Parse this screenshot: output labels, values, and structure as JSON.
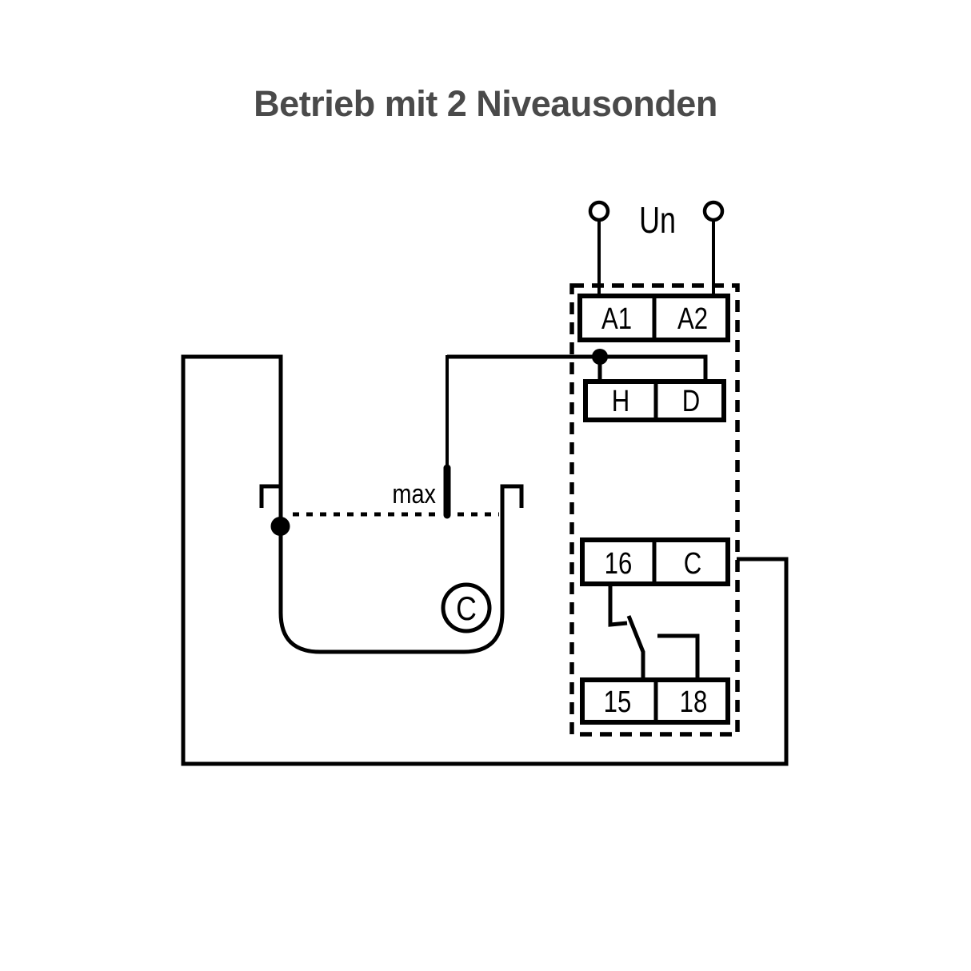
{
  "title": "Betrieb mit 2 Niveausonden",
  "colors": {
    "title_text": "#4a4a4a",
    "diagram_line": "#000000",
    "background": "#ffffff"
  },
  "diagram": {
    "supply_voltage_label": "Un",
    "max_level_label": "max",
    "tank_common_electrode_label": "C",
    "terminals": {
      "a1": "A1",
      "a2": "A2",
      "h": "H",
      "d": "D",
      "t16": "16",
      "c": "C",
      "t15": "15",
      "t18": "18"
    }
  }
}
